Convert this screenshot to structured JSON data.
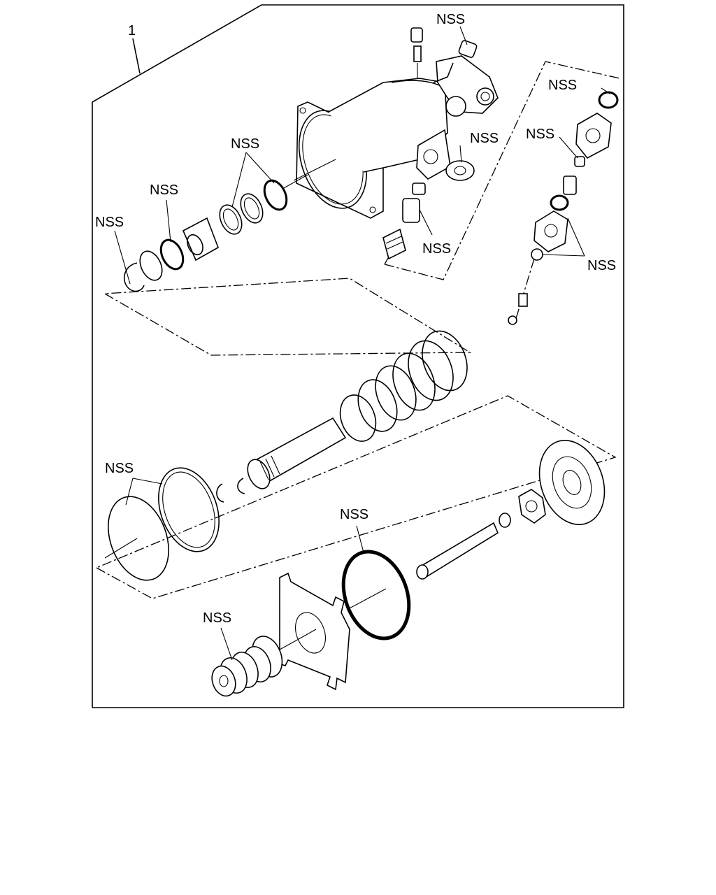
{
  "diagram": {
    "kit_number": "1",
    "labels": {
      "nss_top_center": "NSS",
      "nss_top_right": "NSS",
      "nss_right_valve": "NSS",
      "nss_seal_mid": "NSS",
      "nss_plunger": "NSS",
      "nss_rings_pair": "NSS",
      "nss_ring_single": "NSS",
      "nss_snap_ring": "NSS",
      "nss_right_lower": "NSS",
      "nss_large_rings": "NSS",
      "nss_oring_large": "NSS",
      "nss_boot": "NSS"
    }
  }
}
